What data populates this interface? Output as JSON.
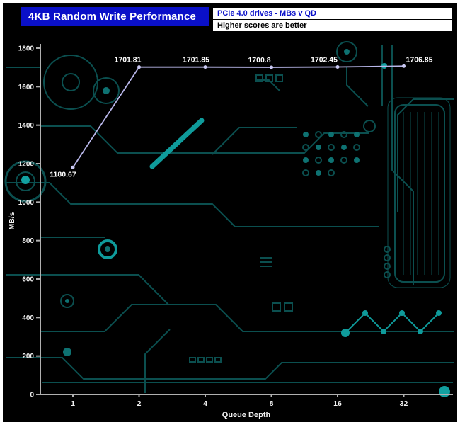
{
  "header": {
    "title": "4KB Random Write Performance",
    "subtitle": "PCIe 4.0 drives - MBs v QD",
    "note": "Higher scores are better"
  },
  "chart_data": {
    "type": "line",
    "title": "4KB Random Write Performance",
    "categories": [
      "1",
      "2",
      "4",
      "8",
      "16",
      "32"
    ],
    "values": [
      1180.67,
      1701.81,
      1701.85,
      1700.8,
      1702.45,
      1706.85
    ],
    "point_labels": [
      "1180.67",
      "1701.81",
      "1701.85",
      "1700.8",
      "1702.45",
      "1706.85"
    ],
    "xlabel": "Queue Depth",
    "ylabel": "MB/s",
    "ylim": [
      0,
      1800
    ],
    "ytick_step": 200,
    "yticks": [
      "0",
      "200",
      "400",
      "600",
      "800",
      "1000",
      "1200",
      "1400",
      "1600",
      "1800"
    ],
    "grid": false,
    "legend": "none"
  },
  "colors": {
    "header_blue": "#0a10c8",
    "background": "#000000",
    "frame_border": "#ffffff",
    "line": "#b9b7ea",
    "marker": "#c9c8f2",
    "axis": "#b0b0b0",
    "tick_text": "#f2f2f2",
    "circuit": "#0c5454",
    "circuit_bright": "#0f9b9b"
  }
}
